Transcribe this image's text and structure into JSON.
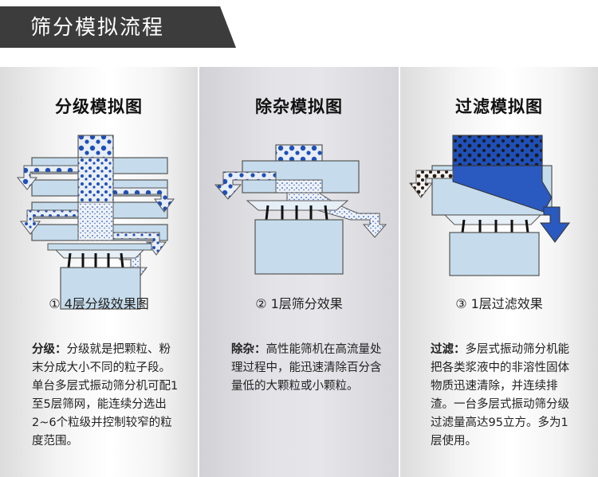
{
  "header": {
    "title": "筛分模拟流程",
    "tab_color": "#3c3c3c"
  },
  "panels": [
    {
      "title": "分级模拟图",
      "caption": "①   4层分级效果图",
      "desc_label": "分级：",
      "desc_text": "分级就是把颗粒、粉末分成大小不同的粒子段。单台多层式振动筛分机可配1至5层筛网，能连续分选出2~6个粒级并控制较窄的粒度范围。",
      "diagram_icon": "multi-layer-grading-diagram"
    },
    {
      "title": "除杂模拟图",
      "caption": "②   1层筛分效果",
      "desc_label": "除杂：",
      "desc_text": "高性能筛机在高流量处理过程中，能迅速清除百分含量低的大颗粒或小颗粒。",
      "diagram_icon": "impurity-removal-diagram"
    },
    {
      "title": "过滤模拟图",
      "caption": "③   1层过滤效果",
      "desc_label": "过滤：",
      "desc_text": "多层式振动筛分机能把各类浆液中的非溶性固体物质迅速清除，并连续排渣。一台多层式振动筛分级过滤量高达95立方。多为1层使用。",
      "diagram_icon": "filtration-diagram"
    }
  ],
  "colors": {
    "machine_body": "#c6dcec",
    "accent_blue": "#1f4fb8",
    "dark_blue": "#173f9c",
    "light_dot": "#e8eef6"
  }
}
